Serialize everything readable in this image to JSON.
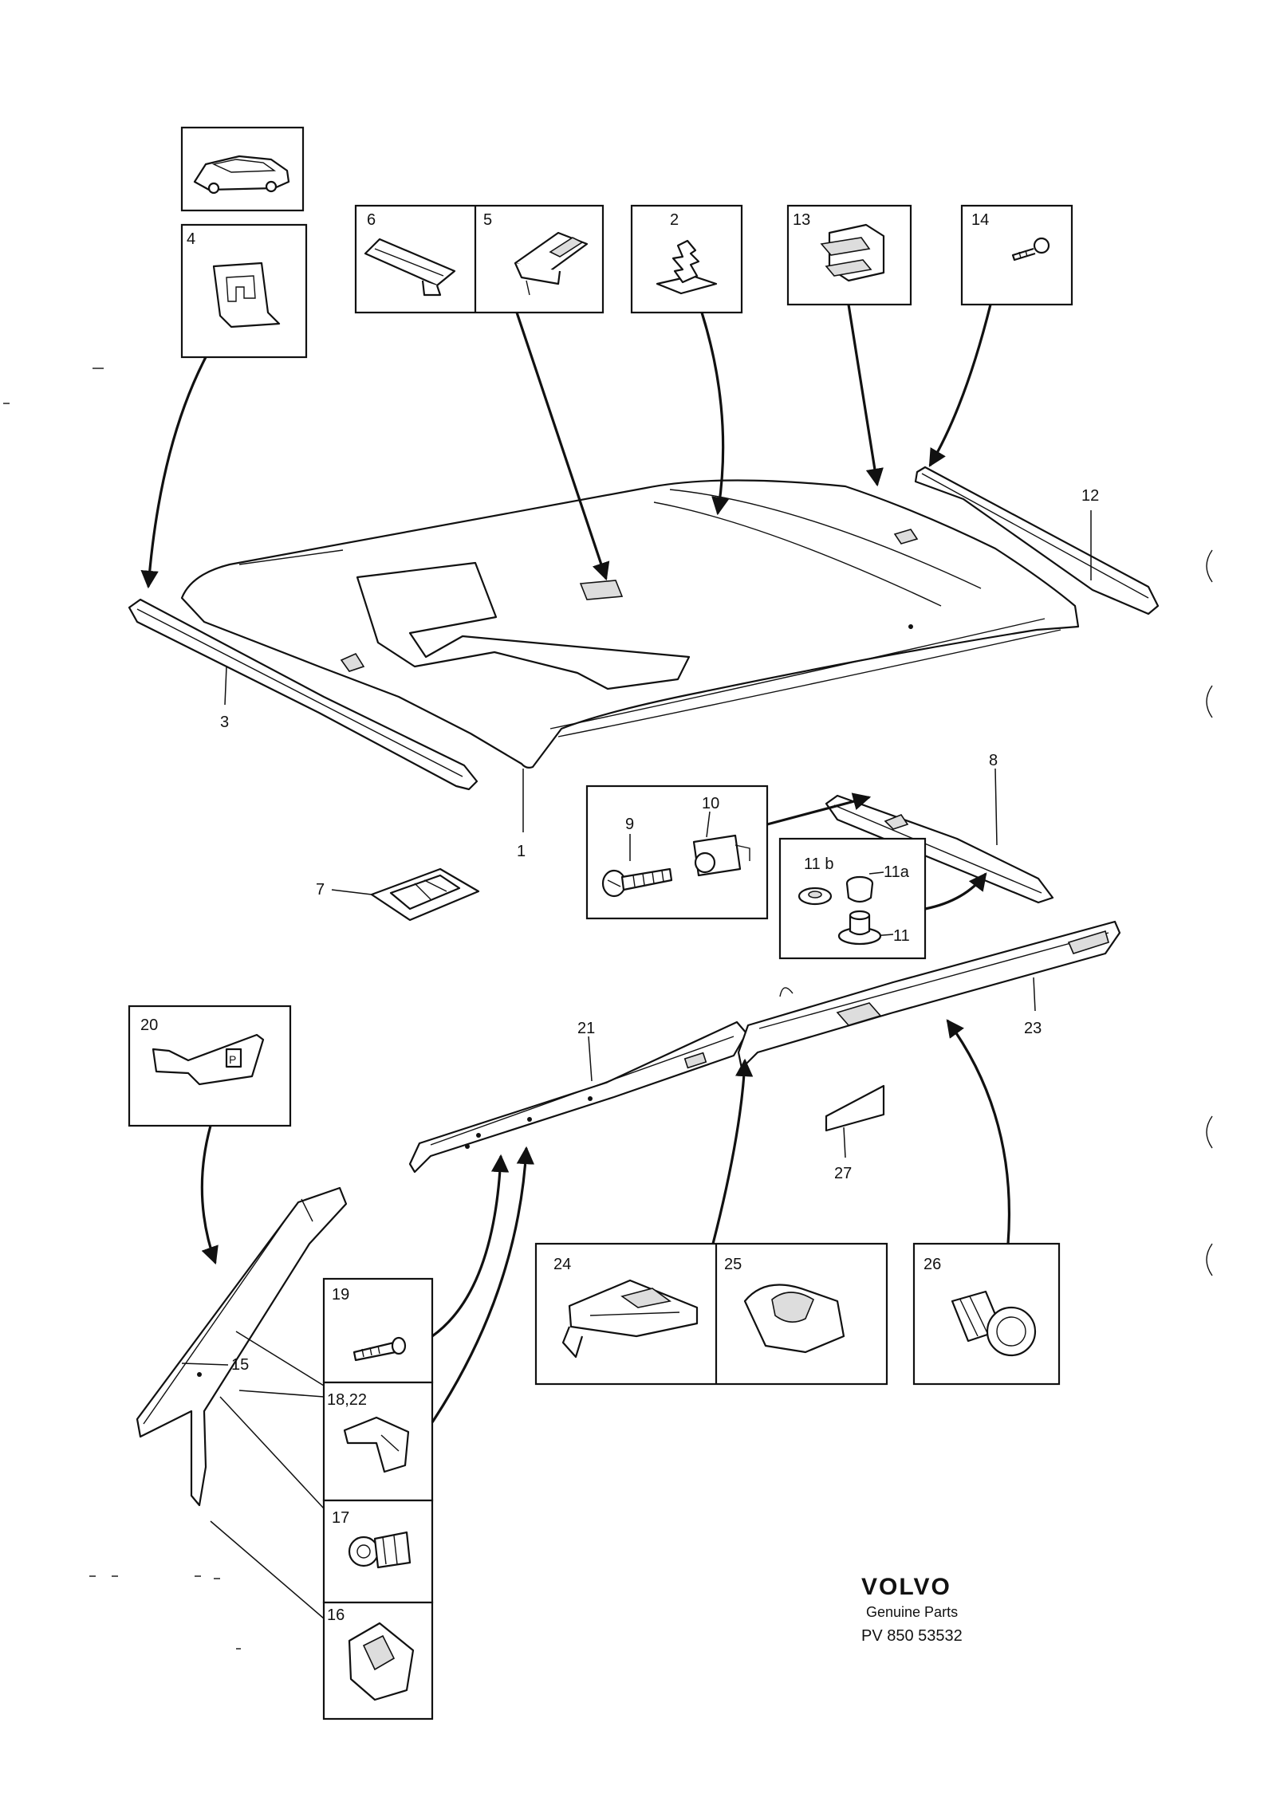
{
  "callouts": {
    "c1": "1",
    "c2": "2",
    "c3": "3",
    "c4": "4",
    "c5": "5",
    "c6": "6",
    "c7": "7",
    "c8": "8",
    "c9": "9",
    "c10": "10",
    "c11": "11",
    "c11a": "11a",
    "c11b": "11 b",
    "c12": "12",
    "c13": "13",
    "c14": "14",
    "c15": "15",
    "c16": "16",
    "c17": "17",
    "c18_22": "18,22",
    "c19": "19",
    "c20": "20",
    "c21": "21",
    "c23": "23",
    "c24": "24",
    "c25": "25",
    "c26": "26",
    "c27": "27"
  },
  "brand": {
    "logo": "VOLVO",
    "tagline": "Genuine Parts",
    "ref": "PV 850 53532"
  }
}
